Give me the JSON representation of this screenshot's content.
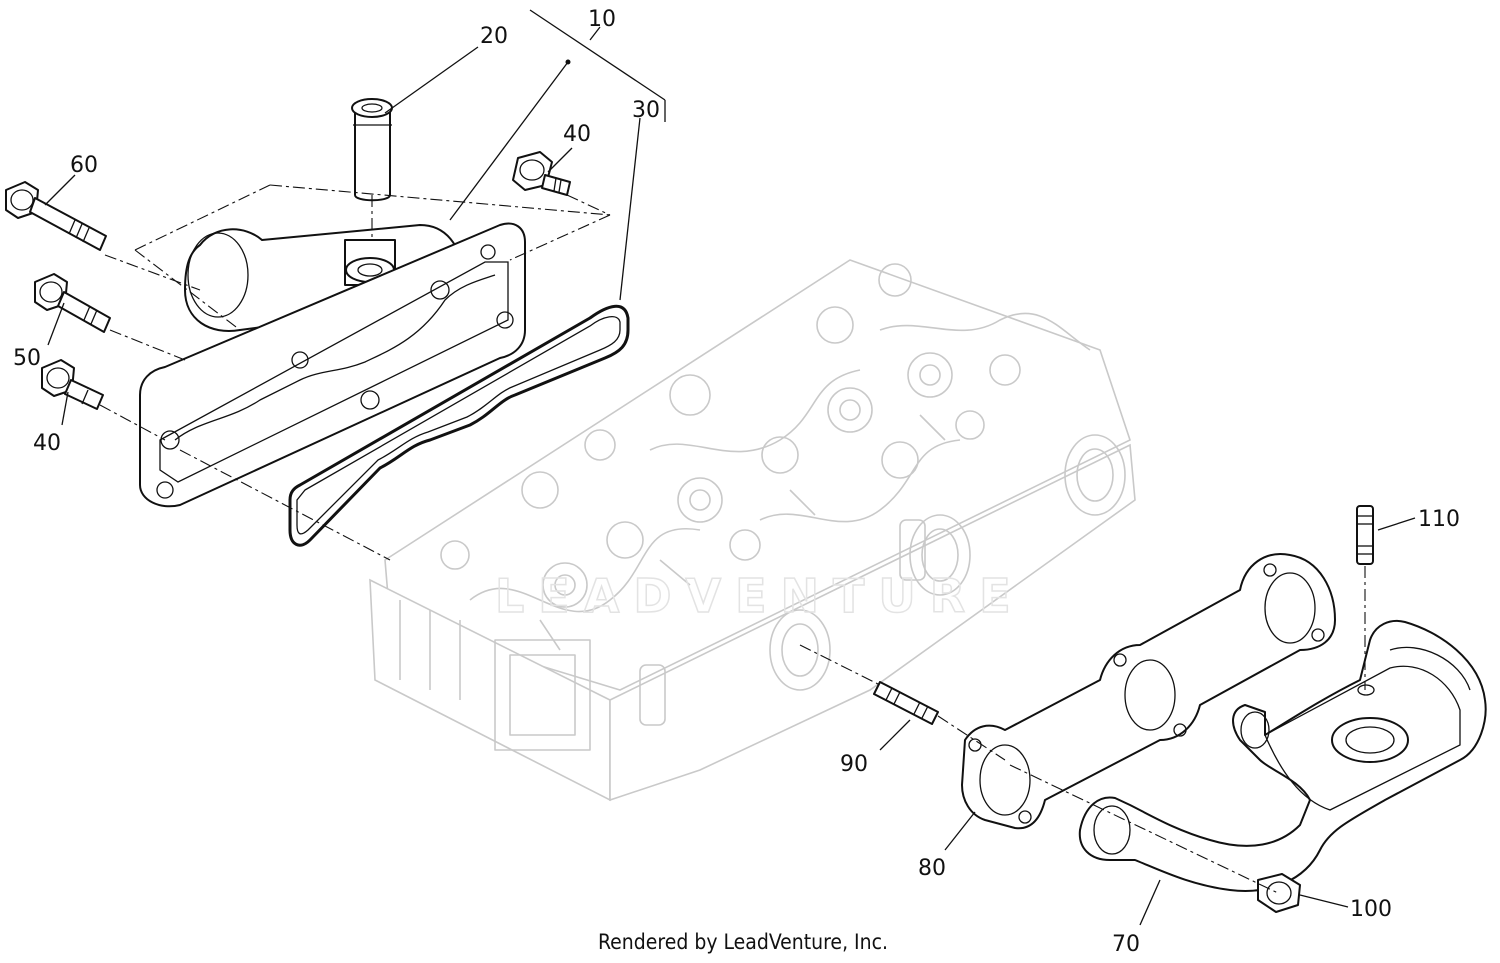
{
  "callouts": {
    "c10": "10",
    "c20": "20",
    "c30": "30",
    "c40a": "40",
    "c40b": "40",
    "c50": "50",
    "c60": "60",
    "c70": "70",
    "c80": "80",
    "c90": "90",
    "c100": "100",
    "c110": "110"
  },
  "watermark": "LEADVENTURE",
  "footer": "Rendered by LeadVenture, Inc."
}
